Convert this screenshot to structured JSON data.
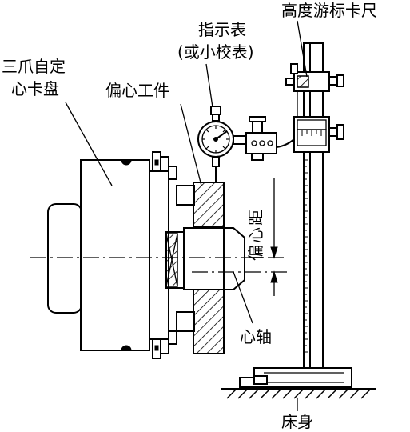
{
  "labels": {
    "chuck_line1": "三爪自定",
    "chuck_line2": "心卡盘",
    "indicator_line1": "指示表",
    "indicator_line2": "(或小校表)",
    "height_gauge": "高度游标卡尺",
    "workpiece": "偏心工件",
    "eccentricity_char1": "偏",
    "eccentricity_char2": "心",
    "eccentricity_char3": "距",
    "mandrel": "心轴",
    "lathe_bed": "床身"
  },
  "colors": {
    "line": "#000000",
    "background": "#ffffff"
  }
}
